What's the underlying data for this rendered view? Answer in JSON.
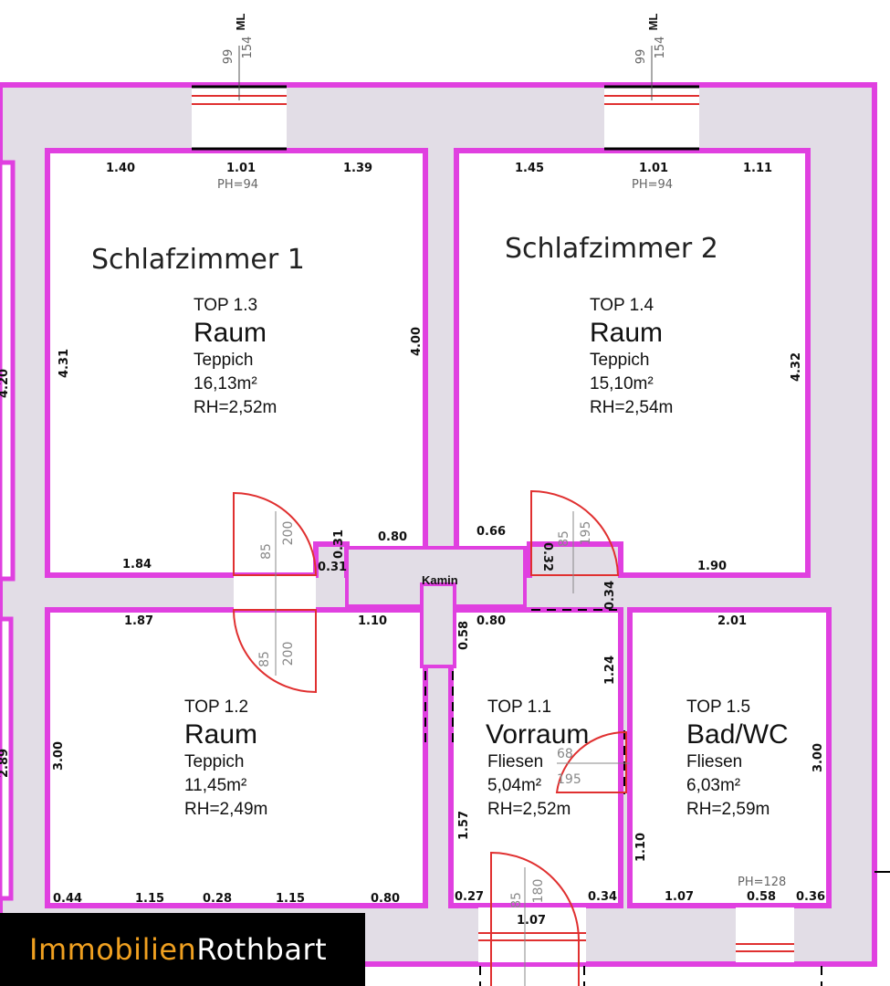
{
  "rooms": [
    {
      "name": "Schlafzimmer 1",
      "top": "TOP 1.3",
      "type": "Raum",
      "floor": "Teppich",
      "area": "16,13m²",
      "rh": "RH=2,52m"
    },
    {
      "name": "Schlafzimmer 2",
      "top": "TOP 1.4",
      "type": "Raum",
      "floor": "Teppich",
      "area": "15,10m²",
      "rh": "RH=2,54m"
    },
    {
      "top": "TOP 1.2",
      "type": "Raum",
      "floor": "Teppich",
      "area": "11,45m²",
      "rh": "RH=2,49m"
    },
    {
      "top": "TOP 1.1",
      "type": "Vorraum",
      "floor": "Fliesen",
      "area": "5,04m²",
      "rh": "RH=2,52m"
    },
    {
      "top": "TOP 1.5",
      "type": "Bad/WC",
      "floor": "Fliesen",
      "area": "6,03m²",
      "rh": "RH=2,59m"
    }
  ],
  "labels": {
    "kamin": "Kamin",
    "window_ml": "ML",
    "window_99": "99",
    "window_154": "154",
    "ph94": "PH=94",
    "ph128": "PH=128"
  },
  "dims": {
    "r13_top_left": "1.40",
    "r13_top_mid": "1.01",
    "r13_top_right": "1.39",
    "r13_left": "4.31",
    "r13_right": "4.00",
    "r13_bottom": "1.84",
    "r13_bottom_b": "0.31",
    "r13_bottom_c": "0.31",
    "r13_bottom_d": "0.80",
    "r14_top_left": "1.45",
    "r14_top_mid": "1.01",
    "r14_top_right": "1.11",
    "r14_right": "4.32",
    "r14_bottom_a": "0.66",
    "r14_bottom_b": "0.32",
    "r14_bottom_c": "1.90",
    "r14_bottom_d": "0.34",
    "r12_top_left": "1.87",
    "r12_top_right": "1.10",
    "r12_left": "3.00",
    "r12_bottom_a": "0.44",
    "r12_bottom_b": "1.15",
    "r12_bottom_c": "0.28",
    "r12_bottom_d": "1.15",
    "r12_bottom_e": "0.80",
    "r11_top": "0.80",
    "r11_left_top": "0.58",
    "r11_right_top": "1.24",
    "r11_left_bottom": "1.57",
    "r11_bottom_a": "0.27",
    "r11_bottom_b": "1.07",
    "r11_bottom_c": "0.34",
    "r15_top": "2.01",
    "r15_right": "3.00",
    "r15_left": "1.10",
    "r15_bottom_a": "1.07",
    "r15_bottom_b": "0.58",
    "r15_bottom_c": "0.36",
    "left_edge_top": "4.20",
    "left_edge_bottom": "2.89"
  },
  "doors": {
    "d1_w": "85",
    "d1_h": "200",
    "d2_w": "85",
    "d2_h": "200",
    "d3_w": "85",
    "d3_h": "195",
    "d4_w": "68",
    "d4_h": "195",
    "d5_w": "85",
    "d5_h": "180"
  },
  "logo": {
    "part1": "Immobilien",
    "part2": "Rothbart"
  },
  "colors": {
    "wall_outline": "#e040e0",
    "wall_fill": "#e2dde6",
    "door": "#e03030",
    "logo_accent": "#f0a020"
  }
}
